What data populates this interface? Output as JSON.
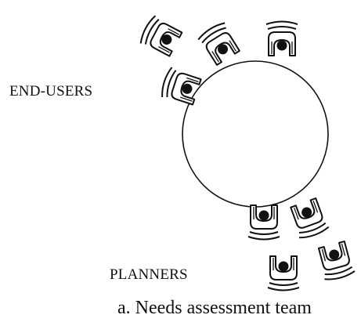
{
  "labels": {
    "end_users": "END-USERS",
    "planners": "PLANNERS",
    "caption": "a.  Needs assessment team"
  },
  "colors": {
    "ink": "#111111",
    "background": "#ffffff"
  },
  "seat_icon": "person-at-table-icon"
}
